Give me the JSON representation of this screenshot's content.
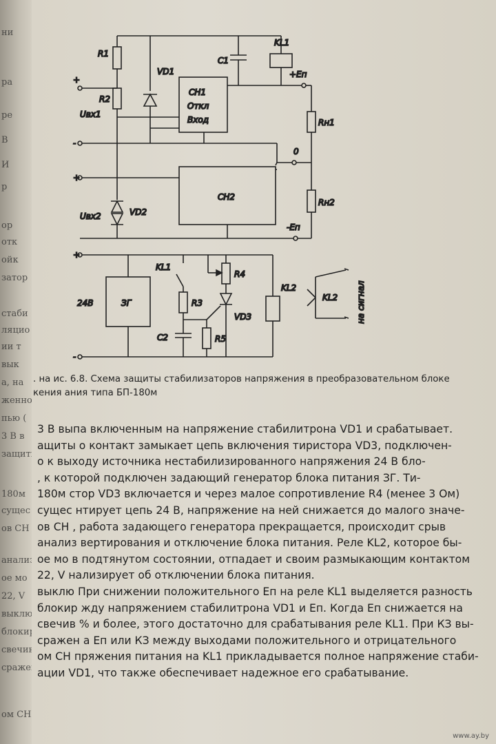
{
  "left_page_edge": [
    "ни",
    "ра",
    "ре",
    "В",
    "И",
    "р",
    "ор",
    "отк",
    "ойк",
    "затор",
    "стаби",
    "ляцио",
    "ии т",
    "вык",
    "а, на",
    "женност",
    "пью (",
    "3 В в",
    "защиты",
    "180м",
    "сущес",
    "ов СН",
    "анализ",
    "ое мо",
    "22, V",
    "выклю",
    "блокирую",
    "свечиван",
    "сражени",
    "ом СН"
  ],
  "circuit": {
    "labels": {
      "R1": "R1",
      "R2": "R2",
      "VD1": "VD1",
      "C1": "C1",
      "KL1": "KL1",
      "Ep_plus": "+Eп",
      "CH1_line1": "СН1",
      "CH1_line2": "Откл",
      "CH1_line3": "Вход",
      "Uvx1": "Uвх1",
      "RH1": "Rн1",
      "zero": "0",
      "Uvx2": "Uвх2",
      "VD2": "VD2",
      "CH2": "СН2",
      "RH2": "Rн2",
      "Ep_minus": "-Eп",
      "KL1_contact": "KL1",
      "R4": "R4",
      "v24": "24В",
      "ZG": "ЗГ",
      "R3": "R3",
      "KL2": "KL2",
      "KL2_contact": "KL2",
      "VD3": "VD3",
      "C2": "C2",
      "R5": "R5",
      "signal": "на сигнал"
    },
    "plus1": "+",
    "minus1": "-",
    "plus2": "+",
    "minus2": "-",
    "plus3": "+",
    "minus3": "-"
  },
  "caption": {
    "line1": ". на   ис. 6.8. Схема защиты стабилизаторов напряжения в преобразовательном блоке",
    "line2": "кения      ания типа БП-180м"
  },
  "body": {
    "lines": [
      "3 В выпа включенным на напряжение   стабилитрона VD1 и срабатывает.",
      "ащиты   о контакт замыкает цепь включения тиристора VD3, подключен-",
      "        о к выходу источника нестабилизированного напряжения 24 В бло-",
      "      , к которой подключен задающий генератор блока питания ЗГ. Ти-",
      "180м  стор VD3 включается и через малое сопротивление R4 (менее 3 Ом)",
      "сущес нтирует цепь 24 В, напряжение на ней снижается до малого значе-",
      "ов СН  , работа задающего генератора прекращается, происходит срыв",
      "анализ  вертирования и отключение блока питания. Реле KL2, которое бы-",
      "ое мо  в подтянутом состоянии, отпадает и своим размыкающим контактом",
      "22, V   нализирует об отключении блока питания.",
      "выклю  При снижении положительного Eп на реле KL1 выделяется разность",
      "блокир  жду напряжением стабилитрона VD1 и Eп. Когда Eп снижается на",
      "свечив  % и более, этого достаточно для срабатывания реле KL1. При КЗ вы-",
      "сражен  а Eп или КЗ между выходами положительного и  отрицательного",
      "ом СН   пряжения питания на KL1 прикладывается полное напряжение стаби-",
      "          ации VD1, что также обеспечивает надежное его срабатывание."
    ]
  },
  "watermark": "www.ay.by"
}
